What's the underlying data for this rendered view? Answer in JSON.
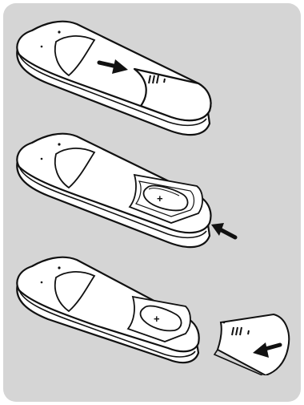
{
  "colors": {
    "panel": "#d5d5d5",
    "body": "#ffffff",
    "line": "#111111",
    "arrow": "#111111"
  },
  "steps": [
    {
      "name": "slide-cover-off",
      "arrow_icon": "arrow-right-icon"
    },
    {
      "name": "insert-battery",
      "arrow_icon": "arrow-upleft-icon",
      "battery_mark": "+"
    },
    {
      "name": "slide-cover-on",
      "arrow_icon": "arrow-left-icon",
      "battery_mark": "+"
    }
  ]
}
